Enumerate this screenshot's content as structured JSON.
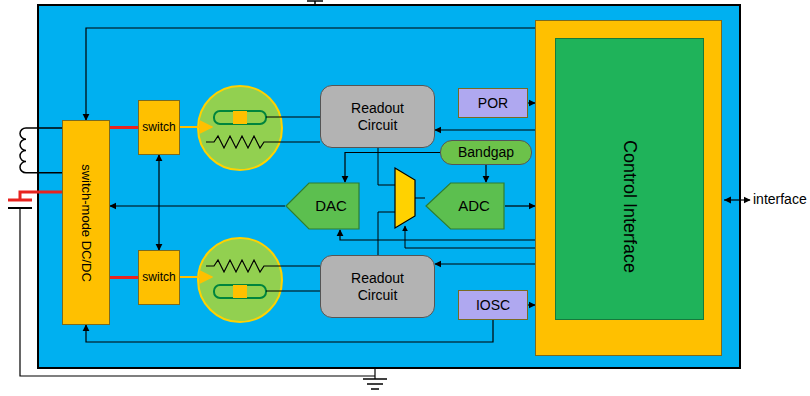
{
  "diagram": {
    "nodes": [
      {
        "text": [
          "switch-mode DC/DC"
        ]
      },
      {
        "text": [
          "switch"
        ]
      },
      {
        "text": [
          "switch"
        ]
      },
      {
        "text": [
          "Readout Circuit"
        ]
      },
      {
        "text": [
          "Readout Circuit"
        ]
      },
      {
        "text": [
          "POR"
        ]
      },
      {
        "text": [
          "Bandgap"
        ]
      },
      {
        "text": [
          "DAC"
        ]
      },
      {
        "text": [
          "ADC"
        ]
      },
      {
        "text": [
          "IOSC"
        ]
      },
      {
        "text": [
          "Control Interface"
        ]
      }
    ],
    "edges": [
      {
        "from": 0,
        "to": 1,
        "arrow": "none"
      },
      {
        "from": 0,
        "to": 2,
        "arrow": "none"
      },
      {
        "from": 1,
        "to": 2,
        "arrow": "both"
      },
      {
        "from": 10,
        "to": 3,
        "arrow": "to"
      },
      {
        "from": 10,
        "to": 4,
        "arrow": "to"
      },
      {
        "from": 5,
        "to": 10,
        "arrow": "to"
      },
      {
        "from": 6,
        "to": 8,
        "arrow": "to"
      },
      {
        "from": 6,
        "to": 7,
        "arrow": "to"
      },
      {
        "from": 8,
        "to": 10,
        "arrow": "to"
      },
      {
        "from": 7,
        "to": 0,
        "arrow": "to"
      },
      {
        "from": 10,
        "to": 7,
        "arrow": "to"
      },
      {
        "from": 9,
        "to": 10,
        "arrow": "to"
      },
      {
        "from": 10,
        "to": 0,
        "arrow": "to"
      },
      {
        "from": 9,
        "to": 0,
        "arrow": "to"
      }
    ],
    "labels": [
      "interface"
    ]
  }
}
